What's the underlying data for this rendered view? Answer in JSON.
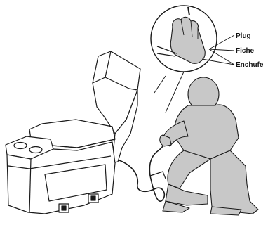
{
  "labels": {
    "plug": "Plug",
    "fiche": "Fiche",
    "enchufe": "Enchufe"
  },
  "colors": {
    "line": "#1a1a1a",
    "person_fill": "#c8c8c8",
    "chair_fill": "#ffffff"
  },
  "icons": [
    "recliner-chair-icon",
    "person-kneeling-icon",
    "hand-holding-plug-icon",
    "power-cord-icon"
  ]
}
